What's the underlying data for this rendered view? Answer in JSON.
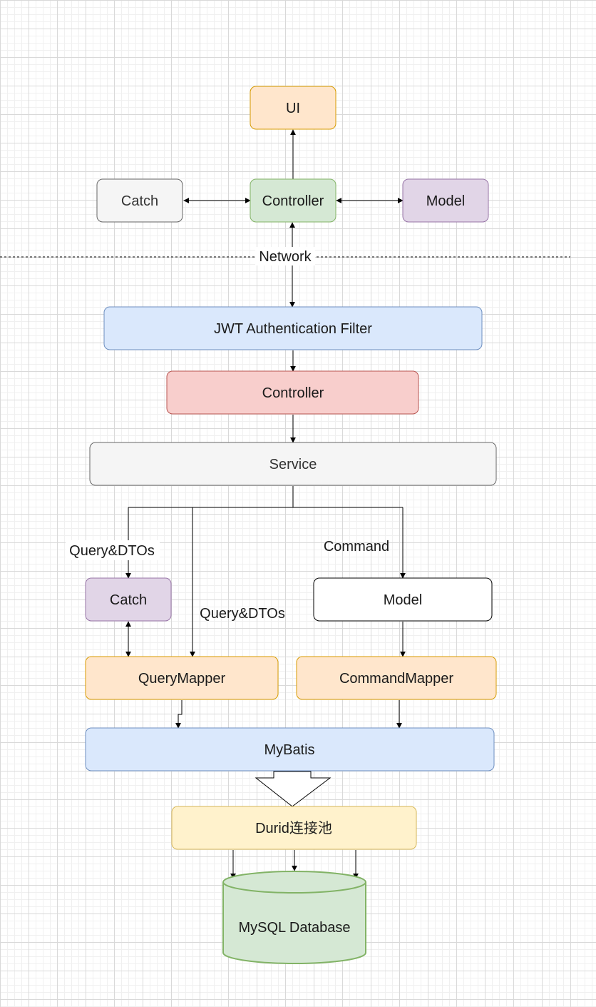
{
  "nodes": {
    "ui": "UI",
    "catch_top": "Catch",
    "controller_top": "Controller",
    "model_top": "Model",
    "jwt_filter": "JWT Authentication Filter",
    "controller": "Controller",
    "service": "Service",
    "catch": "Catch",
    "model": "Model",
    "query_mapper": "QueryMapper",
    "command_mapper": "CommandMapper",
    "mybatis": "MyBatis",
    "durid": "Durid连接池",
    "mysql": "MySQL Database"
  },
  "edge_labels": {
    "network": "Network",
    "query_dtos_left": "Query&DTOs",
    "command": "Command",
    "query_dtos_mid": "Query&DTOs"
  },
  "colors": {
    "orange_fill": "#ffe6cc",
    "orange_stroke": "#d79b00",
    "green_fill": "#d5e8d4",
    "green_stroke": "#82b366",
    "gray_fill": "#f5f5f5",
    "gray_stroke": "#666666",
    "purple_fill": "#e1d5e7",
    "purple_stroke": "#9673a6",
    "blue_fill": "#dae8fc",
    "blue_stroke": "#6c8ebf",
    "red_fill": "#f8cecc",
    "red_stroke": "#b85450",
    "yellow_fill": "#fff2cc",
    "yellow_stroke": "#d6b656"
  }
}
